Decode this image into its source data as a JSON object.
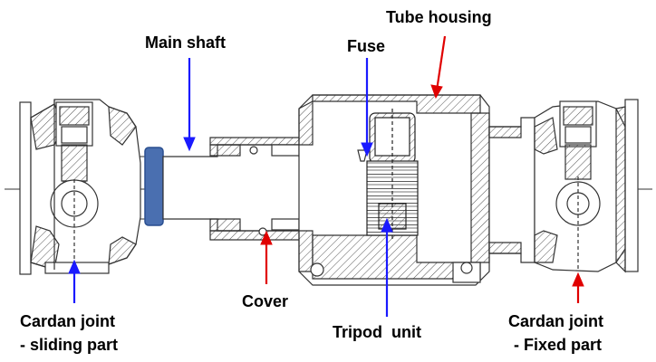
{
  "labels": {
    "tube_housing": "Tube housing",
    "main_shaft": "Main shaft",
    "fuse": "Fuse",
    "cover": "Cover",
    "tripod_unit": "Tripod  unit",
    "cardan_sliding_line1": "Cardan joint",
    "cardan_sliding_line2": "- sliding part",
    "cardan_fixed_line1": "Cardan joint",
    "cardan_fixed_line2": "- Fixed part"
  },
  "colors": {
    "blue_arrow": "#1a1aff",
    "red_arrow": "#e00000",
    "line": "#333333",
    "hatch": "#555555",
    "sleeve": "#4a6fb0",
    "white": "#ffffff"
  }
}
